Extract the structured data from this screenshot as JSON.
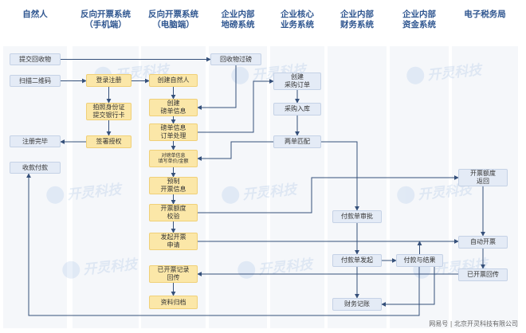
{
  "colors": {
    "accent": "#2f5690",
    "step_blue": "#e4ebf6",
    "step_yellow": "#fbe7a8",
    "arrow": "#35507a",
    "lane_bg": "#f5f7fa"
  },
  "lanes": [
    {
      "id": "natural",
      "label": "自然人"
    },
    {
      "id": "mobile",
      "label": "反向开票系统\n（手机端）"
    },
    {
      "id": "pc",
      "label": "反向开票系统\n（电脑端）"
    },
    {
      "id": "weigh",
      "label": "企业内部\n地磅系统"
    },
    {
      "id": "biz",
      "label": "企业核心\n业务系统"
    },
    {
      "id": "fin",
      "label": "企业内部\n财务系统"
    },
    {
      "id": "fund",
      "label": "企业内部\n资金系统"
    },
    {
      "id": "tax",
      "label": "电子税务局"
    }
  ],
  "steps": [
    {
      "id": "s_submit",
      "label": "提交回收物"
    },
    {
      "id": "s_scan",
      "label": "扫描二维码"
    },
    {
      "id": "s_reg_done",
      "label": "注册完毕"
    },
    {
      "id": "s_receive",
      "label": "收款付款"
    },
    {
      "id": "m_login",
      "label": "登录注册"
    },
    {
      "id": "m_photo",
      "label": "拍照身份证\n提交银行卡"
    },
    {
      "id": "m_sign",
      "label": "签署授权"
    },
    {
      "id": "p_create",
      "label": "创建自然人"
    },
    {
      "id": "p_weigh_info",
      "label": "创建\n磅单信息"
    },
    {
      "id": "p_order",
      "label": "磅单信息\n订单处理"
    },
    {
      "id": "p_fill",
      "label": "对磅单信息\n填写单价/金额"
    },
    {
      "id": "p_preinvoice",
      "label": "预制\n开票信息"
    },
    {
      "id": "p_check",
      "label": "开票额度\n校验"
    },
    {
      "id": "p_issue",
      "label": "发起开票\n申请"
    },
    {
      "id": "p_record",
      "label": "已开票记录\n回传"
    },
    {
      "id": "p_archive",
      "label": "资料归档"
    },
    {
      "id": "w_weigh",
      "label": "回收物过磅"
    },
    {
      "id": "b_po",
      "label": "创建\n采购订单"
    },
    {
      "id": "b_stock",
      "label": "采购入库"
    },
    {
      "id": "b_match",
      "label": "两单匹配"
    },
    {
      "id": "f_review",
      "label": "付款单审批"
    },
    {
      "id": "f_start",
      "label": "付款单发起"
    },
    {
      "id": "f_ledger",
      "label": "财务记账"
    },
    {
      "id": "fd_pay",
      "label": "付款与结果"
    },
    {
      "id": "t_quota",
      "label": "开票额度\n返回"
    },
    {
      "id": "t_auto",
      "label": "自动开票"
    },
    {
      "id": "t_done",
      "label": "已开票回传"
    }
  ],
  "watermark": "开灵科技",
  "footer": "网易号 | 北京开灵科技有限公司"
}
